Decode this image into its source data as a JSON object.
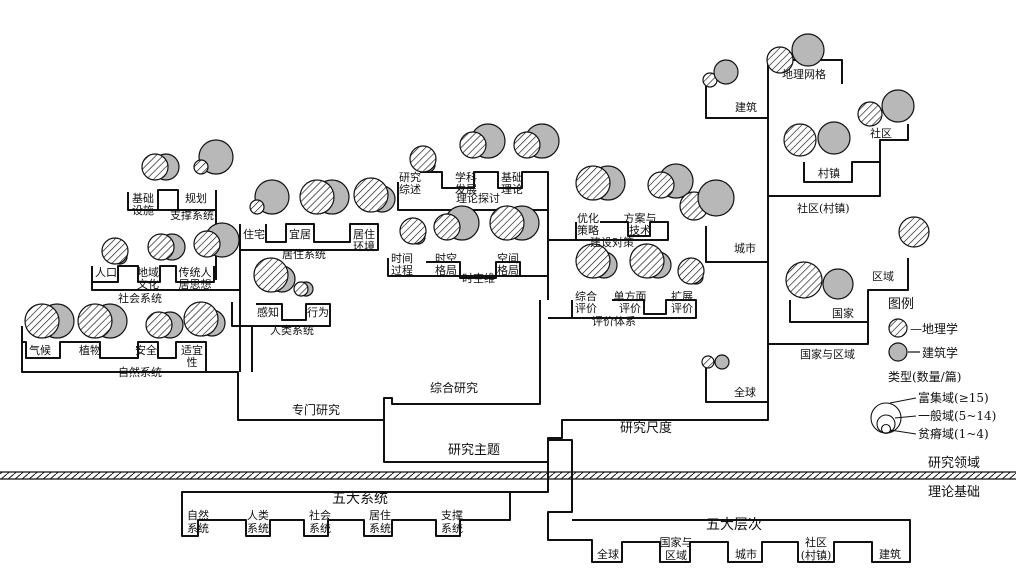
{
  "ground": {
    "above_label": "研究领域",
    "below_label": "理论基础"
  },
  "trunk": {
    "main_label": "研究主题",
    "left_branch": "专门研究",
    "mid_branch": "综合研究",
    "right_branch": "研究尺度"
  },
  "groups": {
    "nature": {
      "label": "自然系统",
      "items": [
        {
          "lines": [
            "气候"
          ],
          "geo": "lg",
          "arc": "lg"
        },
        {
          "lines": [
            "植物"
          ],
          "geo": "lg",
          "arc": "lg"
        },
        {
          "lines": [
            "安全"
          ],
          "geo": "md",
          "arc": "md"
        },
        {
          "lines": [
            "适宜",
            "性"
          ],
          "geo": "lg",
          "arc": "md"
        }
      ]
    },
    "society": {
      "label": "社会系统",
      "items": [
        {
          "lines": [
            "人口"
          ],
          "geo": "md",
          "arc": "sm"
        },
        {
          "lines": [
            "地域",
            "文化"
          ],
          "geo": "md",
          "arc": "md"
        },
        {
          "lines": [
            "传统人",
            "居思想"
          ],
          "geo": "md",
          "arc": "lg"
        }
      ]
    },
    "support": {
      "label": "支撑系统",
      "items": [
        {
          "lines": [
            "基础",
            "设施"
          ],
          "geo": "md",
          "arc": "md"
        },
        {
          "lines": [
            "规划"
          ],
          "geo": "sm",
          "arc": "lg"
        }
      ]
    },
    "human": {
      "label": "人类系统",
      "items": [
        {
          "lines": [
            "感知"
          ],
          "geo": "lg",
          "arc": "md"
        },
        {
          "lines": [
            "行为"
          ],
          "geo": "sm",
          "arc": "sm"
        }
      ]
    },
    "habitat": {
      "label": "居住系统",
      "items": [
        {
          "lines": [
            "住宅"
          ],
          "geo": "sm",
          "arc": "lg"
        },
        {
          "lines": [
            "宜居"
          ],
          "geo": "lg",
          "arc": "lg"
        },
        {
          "lines": [
            "居住",
            "环境"
          ],
          "geo": "lg",
          "arc": "md"
        }
      ]
    },
    "theory": {
      "label": "理论探讨",
      "items": [
        {
          "lines": [
            "研究",
            "综述"
          ],
          "geo": "md",
          "arc": "sm"
        },
        {
          "lines": [
            "学科",
            "发展"
          ],
          "geo": "md",
          "arc": "lg"
        },
        {
          "lines": [
            "基础",
            "理论"
          ],
          "geo": "md",
          "arc": "lg"
        }
      ]
    },
    "spacetime": {
      "label": "时空维",
      "items": [
        {
          "lines": [
            "时间",
            "过程"
          ],
          "geo": "md",
          "arc": "sm"
        },
        {
          "lines": [
            "时空",
            "格局"
          ],
          "geo": "md",
          "arc": "lg"
        },
        {
          "lines": [
            "空间",
            "格局"
          ],
          "geo": "lg",
          "arc": "lg"
        }
      ]
    },
    "strategy": {
      "label": "建设对策",
      "items": [
        {
          "lines": [
            "优化",
            "策略"
          ],
          "geo": "lg",
          "arc": "lg"
        },
        {
          "lines": [
            "方案与",
            "技术"
          ],
          "geo": "md",
          "arc": "lg"
        }
      ]
    },
    "evaluation": {
      "label": "评价体系",
      "items": [
        {
          "lines": [
            "综合",
            "评价"
          ],
          "geo": "lg",
          "arc": "md"
        },
        {
          "lines": [
            "单方面",
            "评价"
          ],
          "geo": "lg",
          "arc": "md"
        },
        {
          "lines": [
            "扩展",
            "评价"
          ],
          "geo": "md",
          "arc": "sm"
        }
      ]
    }
  },
  "scales": {
    "building": "建筑",
    "geo_network": "地理网格",
    "village": "村镇",
    "community": "社区",
    "community_village": "社区(村镇)",
    "city": "城市",
    "region": "区域",
    "country": "国家",
    "country_region": "国家与区域",
    "globe": "全球"
  },
  "foundations": {
    "five_systems": {
      "label": "五大系统",
      "items": [
        [
          "自然",
          "系统"
        ],
        [
          "人类",
          "系统"
        ],
        [
          "社会",
          "系统"
        ],
        [
          "居住",
          "系统"
        ],
        [
          "支撑",
          "系统"
        ]
      ]
    },
    "five_levels": {
      "label": "五大层次",
      "items": [
        [
          "全球"
        ],
        [
          "国家与",
          "区域"
        ],
        [
          "城市"
        ],
        [
          "社区",
          "(村镇)"
        ],
        [
          "建筑"
        ]
      ]
    }
  },
  "legend": {
    "title": "图例",
    "geography": "—地理学",
    "architecture": "建筑学",
    "type_title": "类型(数量/篇)",
    "rich": "富集域(≥15)",
    "general": "一般域(5~14)",
    "poor": "贫瘠域(1~4)"
  },
  "colors": {
    "line": "#111111",
    "architecture_fill": "#b8b8b8",
    "geography_hatch": "#111111"
  }
}
